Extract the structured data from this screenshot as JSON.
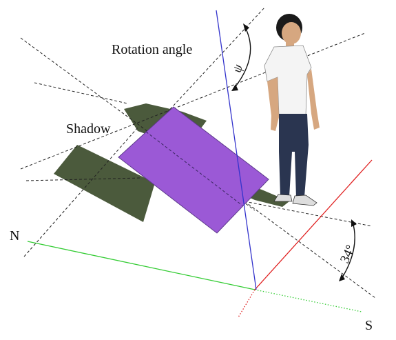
{
  "labels": {
    "rotation_angle": "Rotation angle",
    "psi": "ψ",
    "shadow": "Shadow",
    "north": "N",
    "south": "S",
    "angle_34": "34°"
  },
  "colors": {
    "panel_fill": "#9b59d6",
    "panel_stroke": "#5c3a8a",
    "shadow_fill": "#4b5a3c",
    "north_axis": "#33cc33",
    "vertical_axis": "#3333cc",
    "red_axis": "#e02020",
    "guide_lines": "#222222",
    "shirt": "#f4f4f4",
    "pants": "#2a3550",
    "skin": "#d6a780",
    "hair": "#1a1a1a"
  }
}
